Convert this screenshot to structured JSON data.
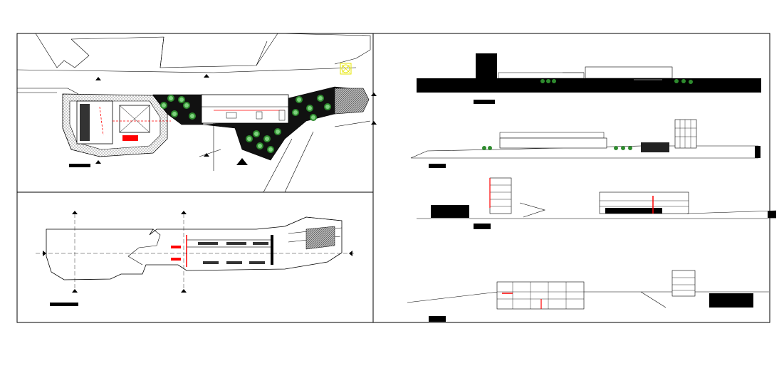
{
  "drawing": {
    "panels": [
      {
        "id": "site-plan",
        "kind": "plan"
      },
      {
        "id": "floor-plan",
        "kind": "plan"
      },
      {
        "id": "elevation-1",
        "kind": "elevation"
      },
      {
        "id": "elevation-2",
        "kind": "elevation"
      },
      {
        "id": "section-1",
        "kind": "section"
      },
      {
        "id": "section-2",
        "kind": "section"
      }
    ],
    "colors": {
      "line": "#000000",
      "accent": "#ff0000",
      "tree": "#2e8b2e",
      "marker": "#ffff00",
      "hatch": "#555555"
    },
    "icons": [
      "north-marker-icon",
      "section-arrow-icon",
      "tree-icon"
    ]
  }
}
